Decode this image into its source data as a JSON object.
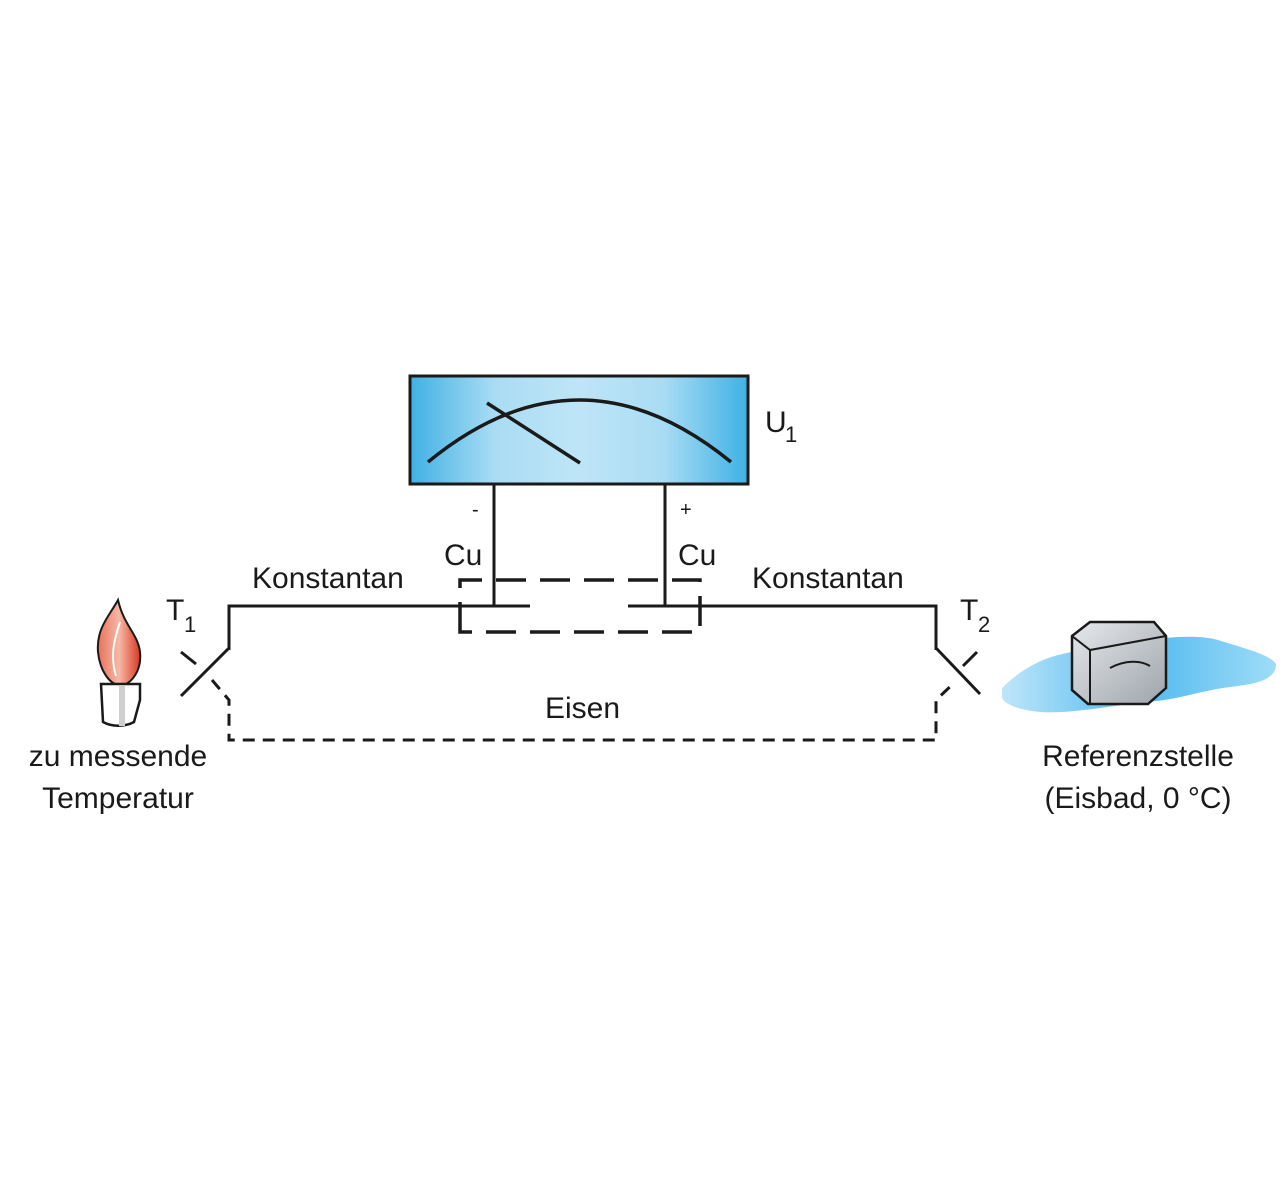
{
  "meter": {
    "label_main": "U",
    "label_sub": "1",
    "minus": "-",
    "plus": "+",
    "face_color": "#9ad6f3",
    "edge_color": "#4fb7e6"
  },
  "wires": {
    "left_copper": "Cu",
    "right_copper": "Cu",
    "left_constantan": "Konstantan",
    "right_constantan": "Konstantan",
    "iron": "Eisen"
  },
  "junctions": {
    "t1_main": "T",
    "t1_sub": "1",
    "t2_main": "T",
    "t2_sub": "2"
  },
  "labels": {
    "measure_line1": "zu messende",
    "measure_line2": "Temperatur",
    "reference_line1": "Referenzstelle",
    "reference_line2": "(Eisbad, 0 °C)"
  },
  "icons": {
    "heat_source": "flame-icon",
    "reference": "ice-cube-icon"
  },
  "colors": {
    "line": "#1a1a1a",
    "flame": "#d9442a",
    "ice": "#c8ccd0",
    "water": "#5bc0ee"
  }
}
